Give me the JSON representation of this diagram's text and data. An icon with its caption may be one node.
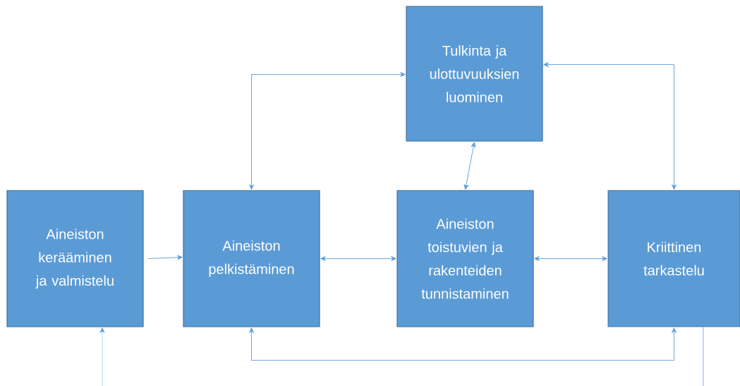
{
  "diagram": {
    "nodes": [
      {
        "text": [
          "Tulkinta ja ulottuvuuksien luominen"
        ]
      },
      {
        "text": [
          "Aineiston kerääminen ja valmistelu"
        ]
      },
      {
        "text": [
          "Aineiston pelkistäminen"
        ]
      },
      {
        "text": [
          "Aineiston toistuvien ja rakenteiden tunnistaminen"
        ]
      },
      {
        "text": [
          "Kriittinen tarkastelu"
        ]
      }
    ],
    "edges": [
      {
        "from": 1,
        "to": 2,
        "arrow": "to"
      },
      {
        "from": 2,
        "to": 3,
        "arrow": "both"
      },
      {
        "from": 3,
        "to": 4,
        "arrow": "both"
      },
      {
        "from": 3,
        "to": 0,
        "arrow": "both"
      },
      {
        "from": 2,
        "to": 0,
        "arrow": "both"
      },
      {
        "from": 0,
        "to": 4,
        "arrow": "both"
      },
      {
        "from": 4,
        "to": 2,
        "arrow": "both"
      },
      {
        "from": null,
        "to": 1,
        "arrow": "to"
      },
      {
        "from": 4,
        "to": null,
        "arrow": "none"
      }
    ]
  }
}
